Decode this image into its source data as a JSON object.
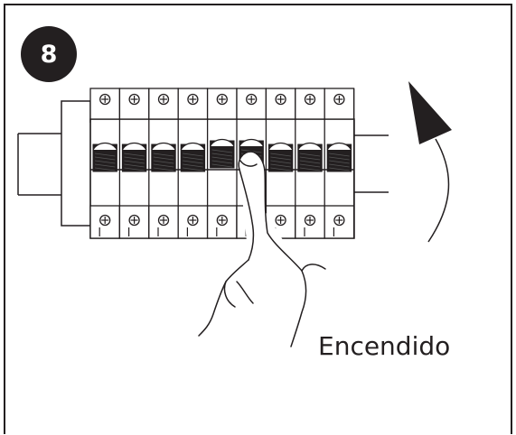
{
  "step": {
    "number": "8"
  },
  "caption": {
    "text": "Encendido"
  },
  "colors": {
    "ink": "#231f20",
    "background": "#ffffff"
  },
  "breakers": [
    {
      "id": 1,
      "state": "off"
    },
    {
      "id": 2,
      "state": "off"
    },
    {
      "id": 3,
      "state": "off"
    },
    {
      "id": 4,
      "state": "off"
    },
    {
      "id": 5,
      "state": "on"
    },
    {
      "id": 6,
      "state": "on"
    },
    {
      "id": 7,
      "state": "off"
    },
    {
      "id": 8,
      "state": "off"
    },
    {
      "id": 9,
      "state": "off"
    }
  ],
  "icons": {
    "arrow": "curved-up-arrow-icon",
    "hand": "pointing-hand-icon"
  }
}
